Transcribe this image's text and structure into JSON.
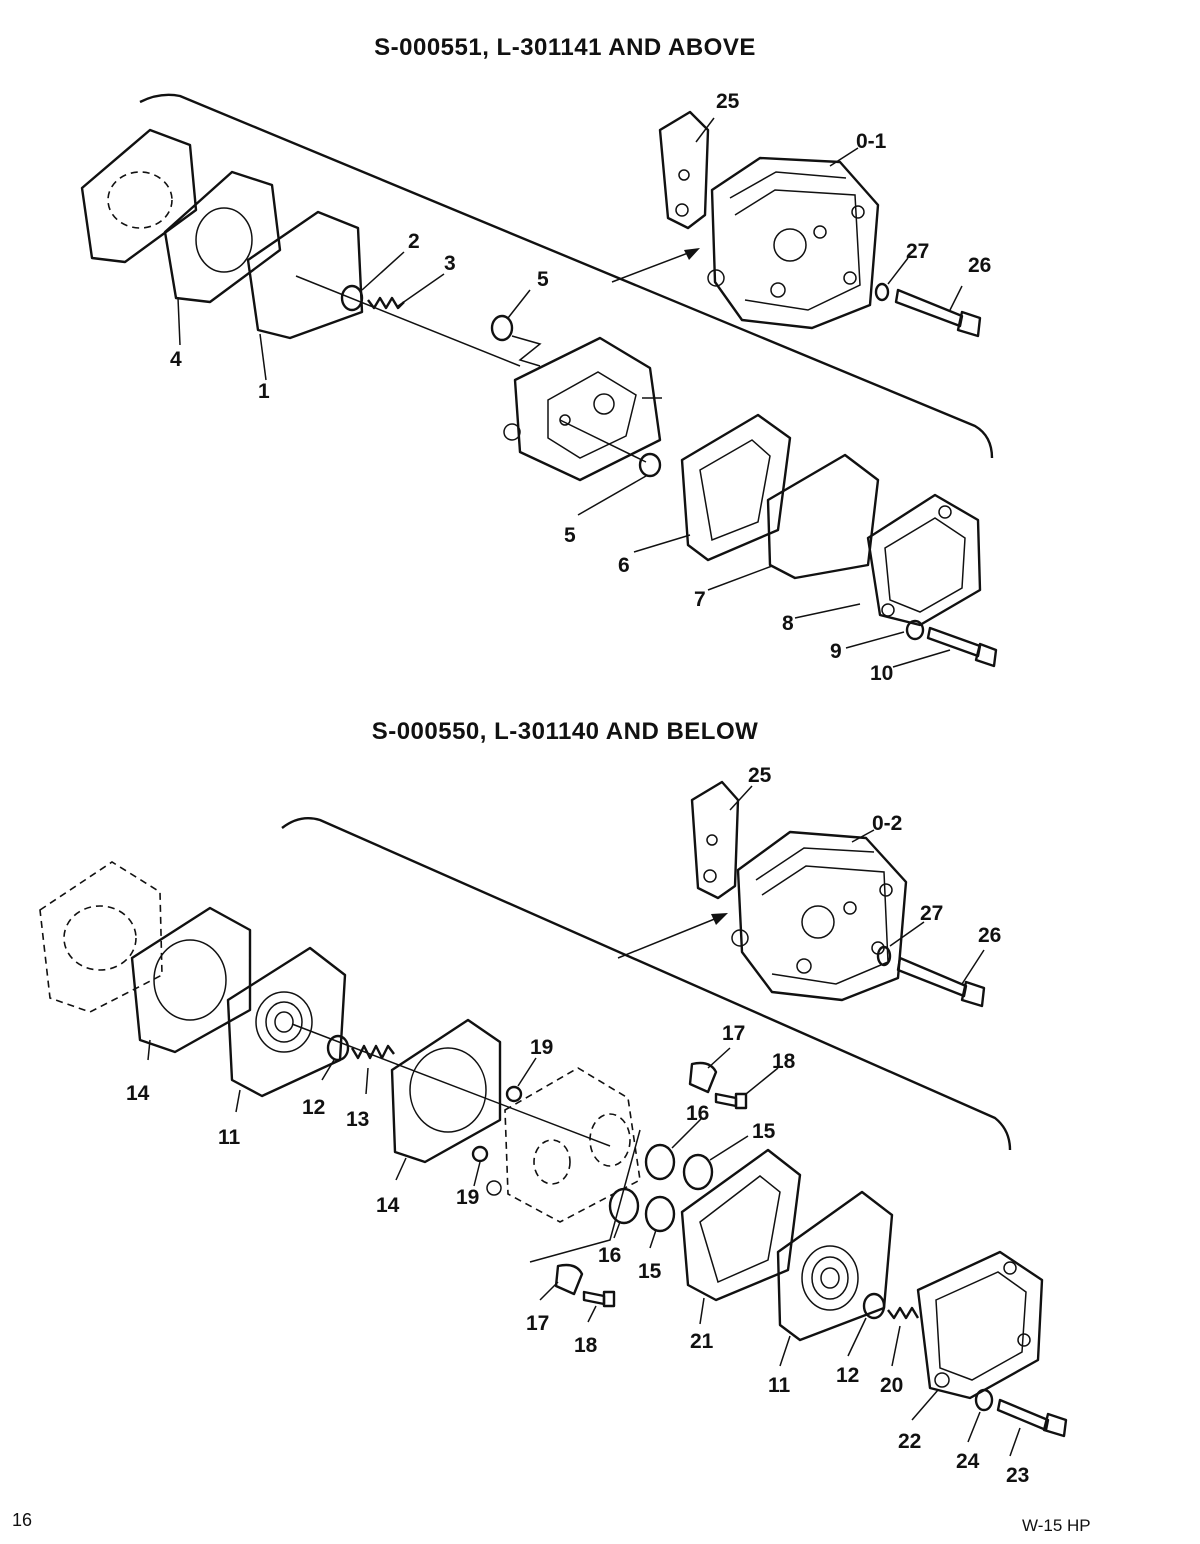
{
  "headings": {
    "top": "S-000551, L-301141 AND ABOVE",
    "bottom": "S-000550, L-301140 AND BELOW"
  },
  "footer": {
    "page_number": "16",
    "model": "W-15 HP"
  },
  "top_callouts": {
    "c25": "25",
    "c01": "0-1",
    "c27": "27",
    "c26": "26",
    "c2": "2",
    "c3": "3",
    "c5a": "5",
    "c4": "4",
    "c1": "1",
    "c5b": "5",
    "c6": "6",
    "c7": "7",
    "c8": "8",
    "c9": "9",
    "c10": "10"
  },
  "bottom_callouts": {
    "c25": "25",
    "c02": "0-2",
    "c27": "27",
    "c26": "26",
    "c17a": "17",
    "c18a": "18",
    "c19a": "19",
    "c16a": "16",
    "c15a": "15",
    "c14a": "14",
    "c11a": "11",
    "c12a": "12",
    "c13": "13",
    "c14b": "14",
    "c19b": "19",
    "c16b": "16",
    "c15b": "15",
    "c17b": "17",
    "c18b": "18",
    "c21": "21",
    "c11b": "11",
    "c12b": "12",
    "c20": "20",
    "c22": "22",
    "c24": "24",
    "c23": "23"
  }
}
